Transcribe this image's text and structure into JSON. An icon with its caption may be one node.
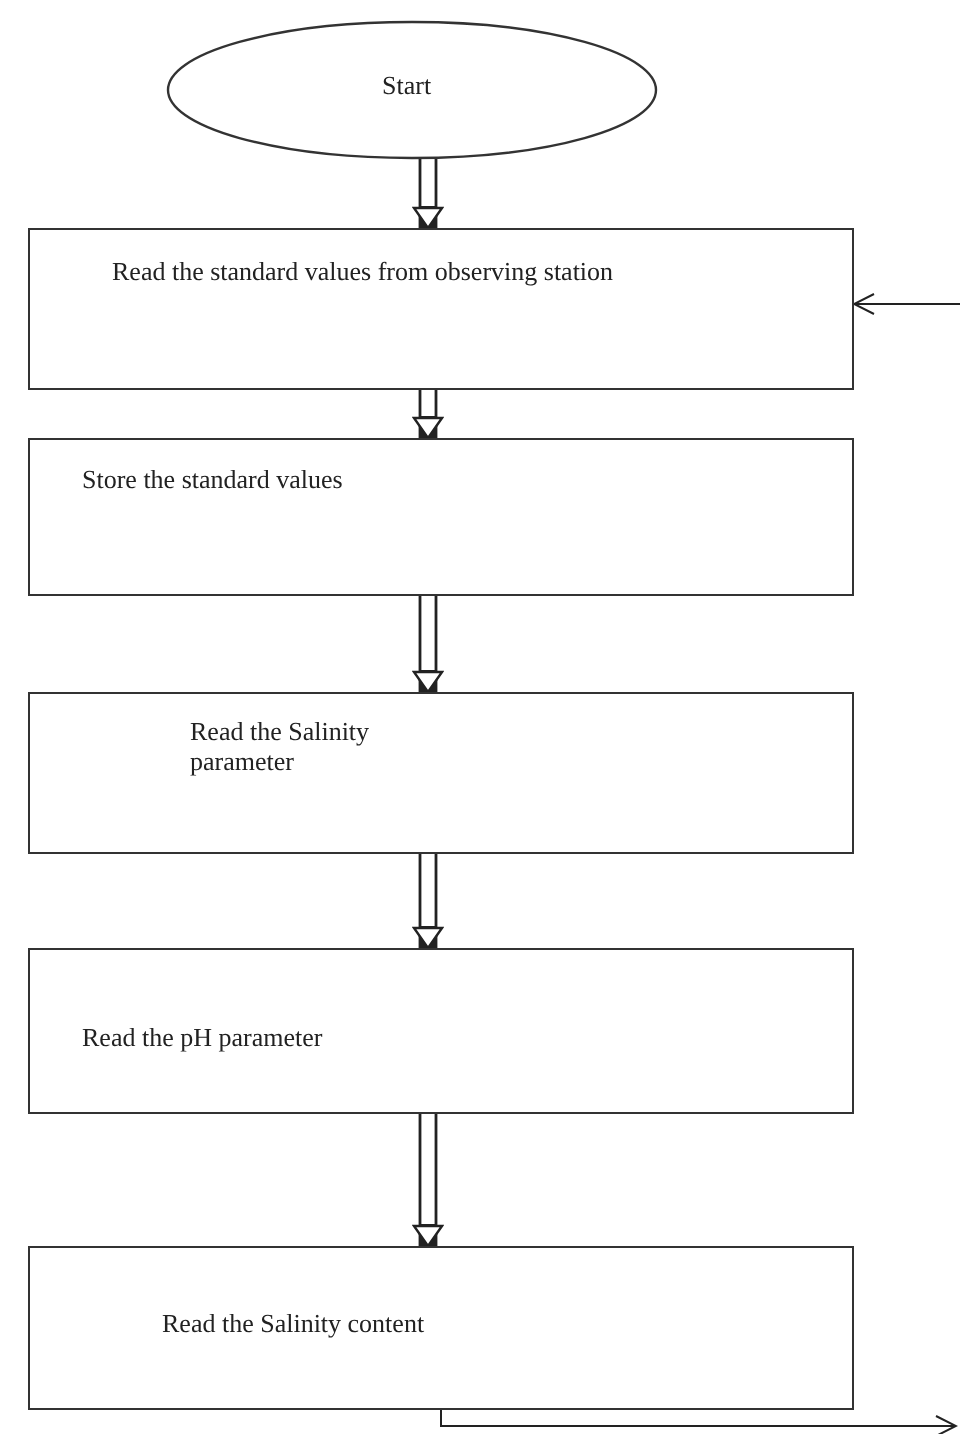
{
  "diagram": {
    "nodes": [
      {
        "text": [
          "Start"
        ]
      },
      {
        "text": [
          "Read the standard values from observing station"
        ]
      },
      {
        "text": [
          "Store the standard values"
        ]
      },
      {
        "text": [
          "Read the Salinity parameter"
        ]
      },
      {
        "text": [
          "Read the pH parameter"
        ]
      },
      {
        "text": [
          "Read the Salinity content"
        ]
      }
    ],
    "edges": [
      {
        "from": 0,
        "to": 1,
        "arrow": "to"
      },
      {
        "from": 1,
        "to": 2,
        "arrow": "to"
      },
      {
        "from": 2,
        "to": 3,
        "arrow": "to"
      },
      {
        "from": 3,
        "to": 4,
        "arrow": "to"
      },
      {
        "from": 4,
        "to": 5,
        "arrow": "to"
      },
      {
        "from": null,
        "to": 1,
        "arrow": "to"
      },
      {
        "from": 5,
        "to": null,
        "arrow": "to"
      }
    ]
  }
}
